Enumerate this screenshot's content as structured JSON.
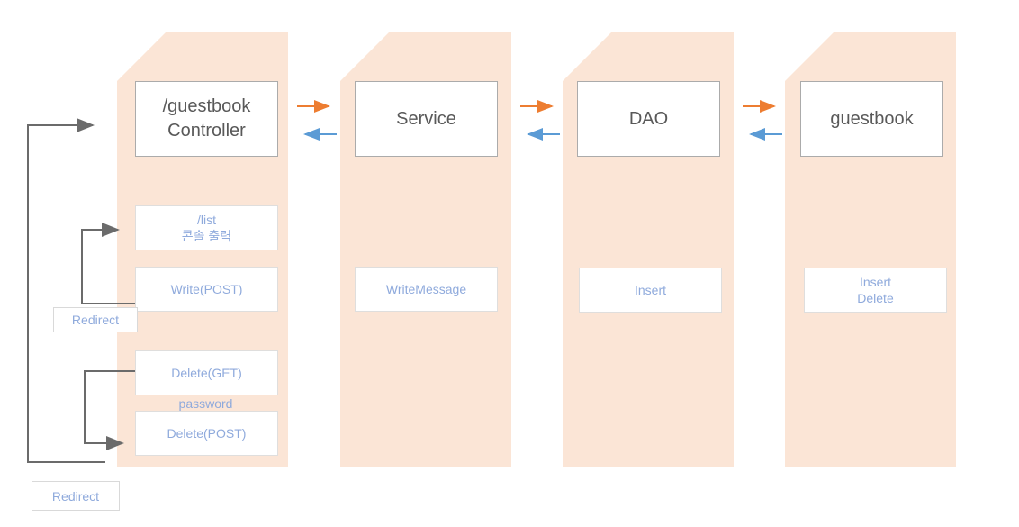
{
  "columns": [
    {
      "name": "controller",
      "title_lines": [
        "/guestbook",
        "Controller"
      ]
    },
    {
      "name": "service",
      "title_lines": [
        "Service"
      ]
    },
    {
      "name": "dao",
      "title_lines": [
        "DAO"
      ]
    },
    {
      "name": "guestbook",
      "title_lines": [
        "guestbook"
      ]
    }
  ],
  "controller_items": {
    "list_line1": "/list",
    "list_line2": "콘솔 출력",
    "write": "Write(POST)",
    "delete_get": "Delete(GET)",
    "password": "password",
    "delete_post": "Delete(POST)"
  },
  "service_items": {
    "write_message": "WriteMessage"
  },
  "dao_items": {
    "insert": "Insert"
  },
  "guestbook_items": {
    "insert_line": "Insert",
    "delete_line": "Delete"
  },
  "labels": {
    "redirect_write": "Redirect",
    "redirect_bottom": "Redirect"
  },
  "colors": {
    "column_fill": "#FBE5D6",
    "header_text": "#595959",
    "item_text": "#8FAADC",
    "forward_arrow": "#ED7D31",
    "return_arrow": "#5B9BD5",
    "connector": "#6B6B6B"
  }
}
